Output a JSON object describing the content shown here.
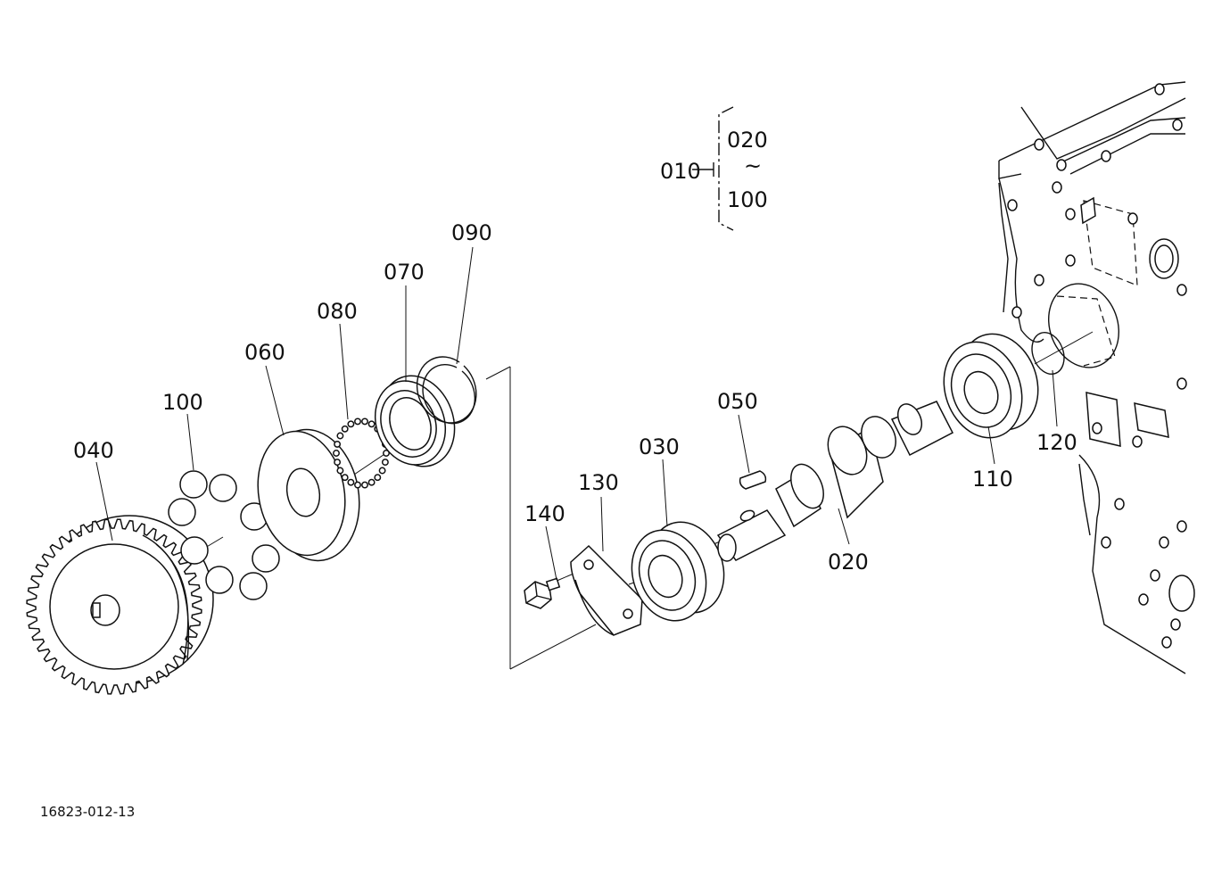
{
  "assembly": {
    "label": "010",
    "range_from": "020",
    "range_sep": "~",
    "range_to": "100"
  },
  "parts": {
    "p020": "020",
    "p030": "030",
    "p040": "040",
    "p050": "050",
    "p060": "060",
    "p070": "070",
    "p080": "080",
    "p090": "090",
    "p100": "100",
    "p110": "110",
    "p120": "120",
    "p130": "130",
    "p140": "140"
  },
  "diagram_ref": "16823-012-13"
}
